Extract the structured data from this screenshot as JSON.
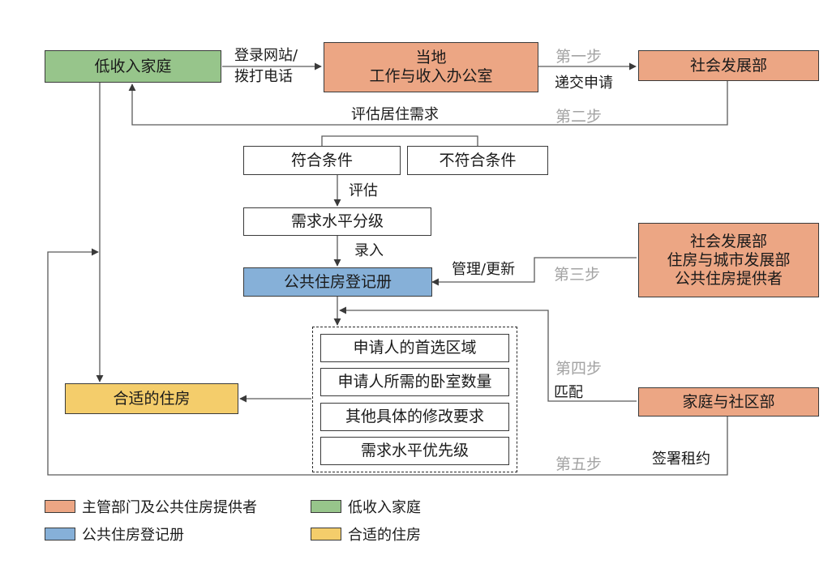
{
  "nodes": {
    "low_income": "低收入家庭",
    "local_office_line1": "当地",
    "local_office_line2": "工作与收入办公室",
    "social_dev": "社会发展部",
    "eligible": "符合条件",
    "ineligible": "不符合条件",
    "need_level": "需求水平分级",
    "register": "公共住房登记册",
    "agencies_line1": "社会发展部",
    "agencies_line2": "住房与城市发展部",
    "agencies_line3": "公共住房提供者",
    "suitable_housing": "合适的住房",
    "family_community": "家庭与社区部",
    "criteria": [
      "申请人的首选区域",
      "申请人所需的卧室数量",
      "其他具体的修改要求",
      "需求水平优先级"
    ]
  },
  "edge_labels": {
    "login_line1": "登录网站/",
    "login_line2": "拨打电话",
    "submit": "递交申请",
    "assess_needs": "评估居住需求",
    "assess": "评估",
    "enter": "录入",
    "manage": "管理/更新",
    "match": "匹配",
    "sign": "签署租约"
  },
  "steps": {
    "s1": "第一步",
    "s2": "第二步",
    "s3": "第三步",
    "s4": "第四步",
    "s5": "第五步"
  },
  "legend": [
    {
      "label": "主管部门及公共住房提供者",
      "color": "#eca684"
    },
    {
      "label": "低收入家庭",
      "color": "#97c58b"
    },
    {
      "label": "公共住房登记册",
      "color": "#86b0d8"
    },
    {
      "label": "合适的住房",
      "color": "#f4cd6b"
    }
  ]
}
